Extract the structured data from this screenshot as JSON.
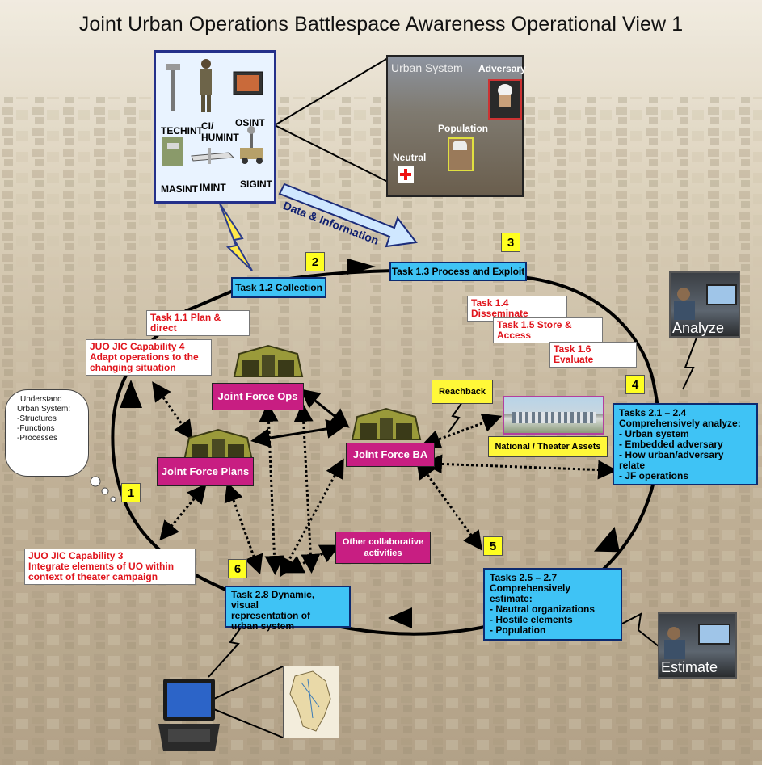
{
  "title": "Joint Urban Operations Battlespace Awareness Operational View 1",
  "sensors": [
    "TECHINT",
    "CI/\nHUMINT",
    "OSINT",
    "MASINT",
    "IMINT",
    "SIGINT"
  ],
  "urban_system": {
    "title": "Urban System",
    "adversary": "Adversary",
    "population": "Population",
    "neutral": "Neutral"
  },
  "data_arrow": "Data & Information",
  "steps": [
    "1",
    "2",
    "3",
    "4",
    "5",
    "6"
  ],
  "tasks": {
    "collection": "Task 1.2 Collection",
    "process": "Task 1.3 Process and Exploit",
    "plan": "Task 1.1 Plan & direct",
    "disseminate": "Task 1.4 Disseminate",
    "store": "Task 1.5 Store & Access",
    "evaluate": "Task 1.6 Evaluate",
    "analyze": {
      "title": "Tasks 2.1 – 2.4",
      "subtitle": "Comprehensively analyze:",
      "items": [
        "- Urban system",
        "- Embedded adversary",
        "- How urban/adversary relate",
        "- JF operations"
      ]
    },
    "estimate": {
      "title": "Tasks 2.5 – 2.7",
      "subtitle": "Comprehensively estimate:",
      "items": [
        "- Neutral organizations",
        "- Hostile elements",
        "- Population"
      ]
    },
    "dynamic": [
      "Task 2.8 Dynamic, visual",
      "representation of",
      "urban system"
    ]
  },
  "capabilities": {
    "cap4": [
      "JUO JIC Capability 4",
      "Adapt operations to the",
      "changing situation"
    ],
    "cap3": [
      "JUO JIC Capability 3",
      "Integrate elements of UO within",
      "context of theater campaign"
    ]
  },
  "bubble": {
    "lines": [
      "Understand",
      "Urban System:",
      "-Structures",
      "-Functions",
      "-Processes"
    ]
  },
  "nodes": {
    "ops": "Joint Force Ops",
    "plans": "Joint Force Plans",
    "ba": "Joint Force BA",
    "other": [
      "Other collaborative",
      "activities"
    ],
    "reachback": "Reachback",
    "national": "National / Theater Assets"
  },
  "thumbs": {
    "analyze": "Analyze",
    "estimate": "Estimate"
  },
  "colors": {
    "task_blue": "#3fc3f5",
    "node_magenta": "#c81e82",
    "step_yellow": "#ffff20",
    "capability_red": "#e0141c"
  }
}
